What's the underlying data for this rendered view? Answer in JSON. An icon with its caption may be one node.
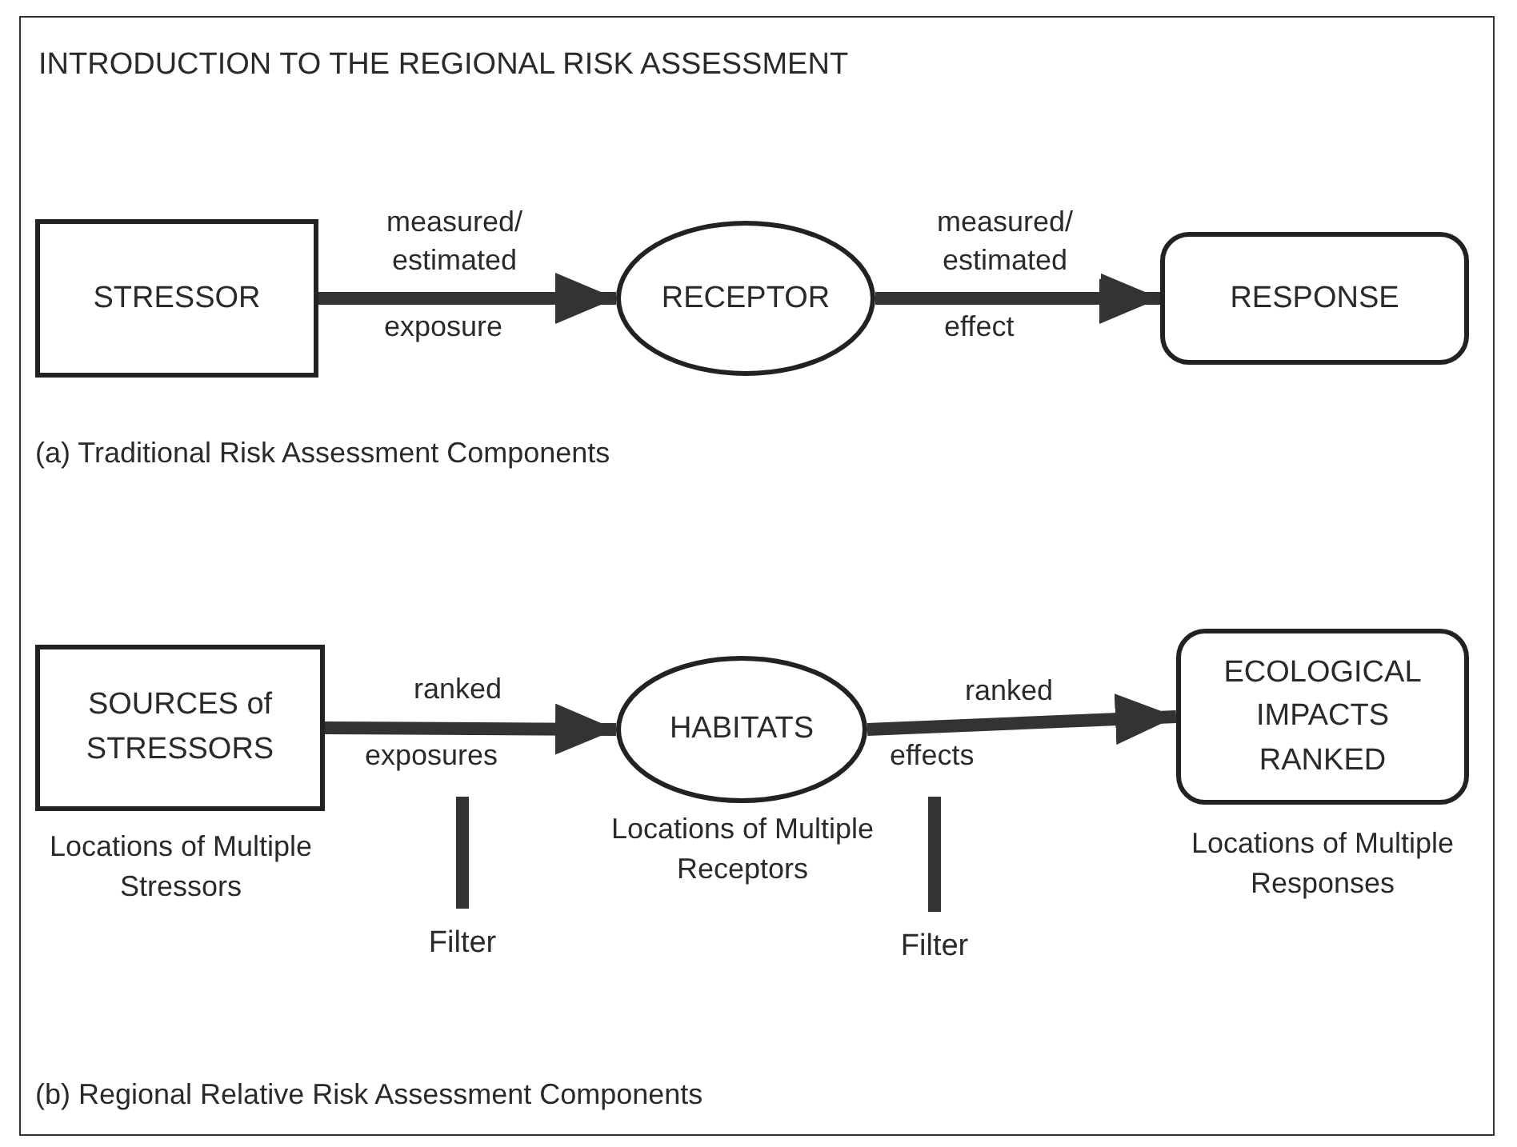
{
  "diagram": {
    "title": "INTRODUCTION TO THE REGIONAL RISK ASSESSMENT",
    "nodes": [
      {
        "text": [
          "STRESSOR"
        ]
      },
      {
        "text": [
          "RECEPTOR"
        ]
      },
      {
        "text": [
          "RESPONSE"
        ]
      },
      {
        "text": [
          "SOURCES of STRESSORS"
        ],
        "beside": [
          "Locations of Multiple Stressors"
        ]
      },
      {
        "text": [
          "HABITATS"
        ],
        "beside": [
          "Locations of Multiple Receptors"
        ]
      },
      {
        "text": [
          "ECOLOGICAL IMPACTS RANKED"
        ],
        "beside": [
          "Locations of Multiple Responses"
        ]
      },
      {
        "text": [
          "Filter"
        ]
      },
      {
        "text": [
          "Filter"
        ]
      }
    ],
    "edges": [
      {
        "from": 0,
        "to": 1,
        "arrow": "to",
        "label": "measured/ estimated"
      },
      {
        "from": 1,
        "to": 2,
        "arrow": "to",
        "label": "measured/ estimated"
      },
      {
        "from": 3,
        "to": 4,
        "arrow": "to",
        "label": "ranked"
      },
      {
        "from": 4,
        "to": 5,
        "arrow": "to",
        "label": "ranked"
      },
      {
        "from": 6,
        "to": null,
        "arrow": "none"
      },
      {
        "from": 7,
        "to": null,
        "arrow": "none"
      }
    ],
    "labels": [
      "exposure",
      "effect",
      "(a) Traditional Risk Assessment Components",
      "exposures",
      "effects",
      "(b) Regional Relative Risk Assessment Components"
    ]
  }
}
